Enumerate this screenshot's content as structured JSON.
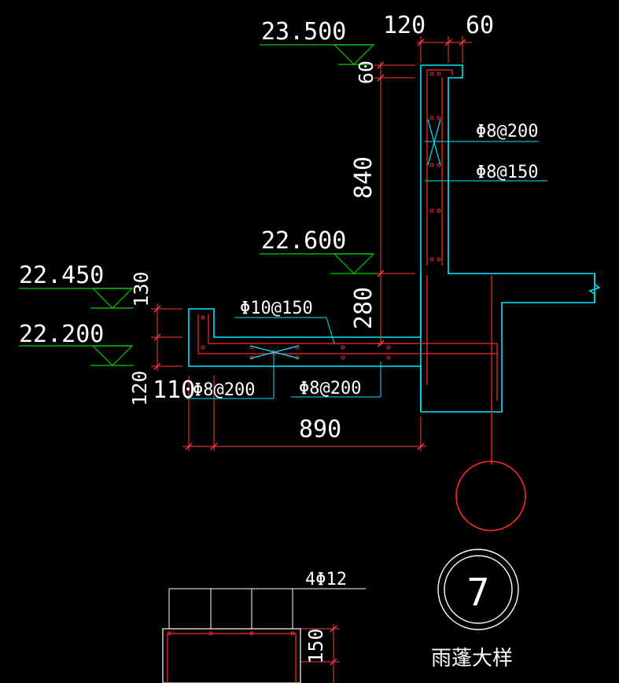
{
  "drawing": {
    "title_cn": "雨蓬大样",
    "detail_number": "7",
    "colors": {
      "background": "#000000",
      "concrete_outline": "#00e5ff",
      "rebar": "#ff2a2a",
      "dimension": "#ff3b3b",
      "annotation": "#ffffff",
      "elevation": "#00d000",
      "leader": "#00e5ff"
    }
  },
  "elevations": {
    "e1": "23.500",
    "e2": "22.600",
    "e3": "22.450",
    "e4": "22.200"
  },
  "dimensions": {
    "top_a": "120",
    "top_b": "60",
    "v_60": "60",
    "v_840": "840",
    "v_280": "280",
    "v_130": "130",
    "v_120": "120",
    "h_110": "110",
    "h_890": "890",
    "bottom_150": "150"
  },
  "rebars": {
    "r1": "Φ8@200",
    "r2": "Φ8@150",
    "r3": "Φ10@150",
    "r4": "Φ8@200",
    "r5": "Φ8@200",
    "r6": "4Φ12"
  },
  "icons": {
    "elevation_marker": "triangle-marker-icon",
    "detail_bubble": "circle-bubble-icon",
    "column_bubble": "circle-icon"
  }
}
